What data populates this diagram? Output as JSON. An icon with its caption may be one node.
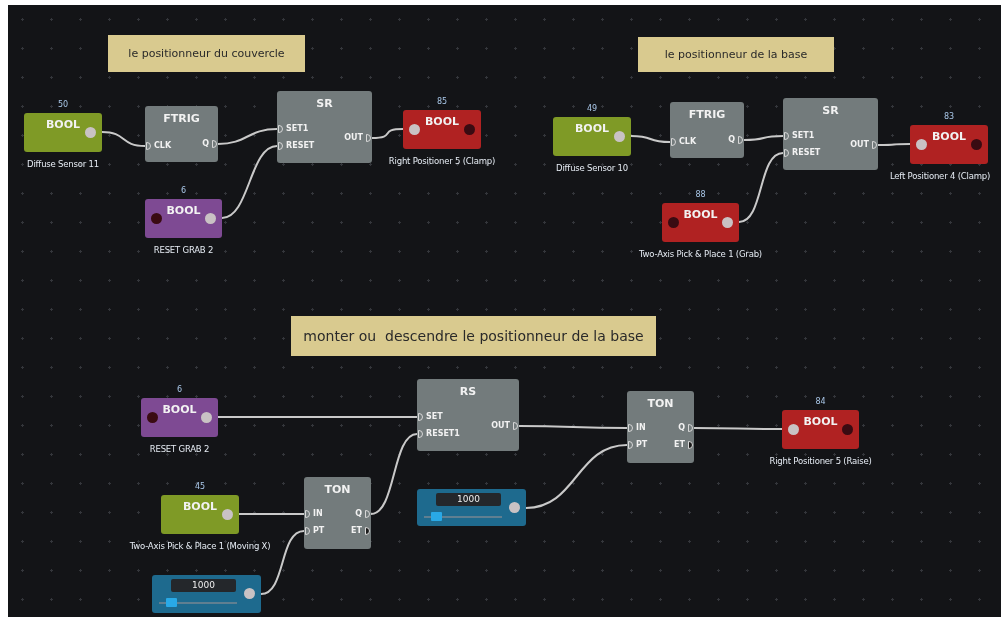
{
  "diagram": {
    "nodes": [
      {
        "text": [
          "le positionneur du couvercle"
        ]
      },
      {
        "text": [
          "BOOL"
        ],
        "beside": [
          "50",
          "Diffuse Sensor 11"
        ]
      },
      {
        "text": [
          "FTRIG",
          "CLK",
          "Q"
        ]
      },
      {
        "text": [
          "SR",
          "SET1",
          "RESET",
          "OUT"
        ]
      },
      {
        "text": [
          "BOOL"
        ],
        "beside": [
          "85",
          "Right Positioner 5 (Clamp)"
        ]
      },
      {
        "text": [
          "BOOL"
        ],
        "beside": [
          "6",
          "RESET GRAB 2"
        ]
      },
      {
        "text": [
          "le positionneur de la base"
        ]
      },
      {
        "text": [
          "BOOL"
        ],
        "beside": [
          "49",
          "Diffuse Sensor 10"
        ]
      },
      {
        "text": [
          "FTRIG",
          "CLK",
          "Q"
        ]
      },
      {
        "text": [
          "SR",
          "SET1",
          "RESET",
          "OUT"
        ]
      },
      {
        "text": [
          "BOOL"
        ],
        "beside": [
          "83",
          "Left Positioner 4 (Clamp)"
        ]
      },
      {
        "text": [
          "BOOL"
        ],
        "beside": [
          "88",
          "Two-Axis Pick & Place 1 (Grab)"
        ]
      },
      {
        "text": [
          "monter ou  descendre le positionneur de la base"
        ]
      },
      {
        "text": [
          "BOOL"
        ],
        "beside": [
          "6",
          "RESET GRAB 2"
        ]
      },
      {
        "text": [
          "RS",
          "SET",
          "RESET1",
          "OUT"
        ]
      },
      {
        "text": [
          "TON",
          "IN",
          "Q",
          "PT",
          "ET"
        ]
      },
      {
        "text": [
          "BOOL"
        ],
        "beside": [
          "84",
          "Right Positioner 5 (Raise)"
        ]
      },
      {
        "text": [
          "BOOL"
        ],
        "beside": [
          "45",
          "Two-Axis Pick & Place 1 (Moving X)"
        ]
      },
      {
        "text": [
          "TON",
          "IN",
          "Q",
          "PT",
          "ET"
        ]
      },
      {
        "text": [
          "1000"
        ]
      },
      {
        "text": [
          "1000"
        ]
      }
    ],
    "edges": [
      {
        "from": 1,
        "to": 2,
        "arrow": "none"
      },
      {
        "from": 2,
        "to": 3,
        "arrow": "none"
      },
      {
        "from": 5,
        "to": 3,
        "arrow": "none"
      },
      {
        "from": 3,
        "to": 4,
        "arrow": "none"
      },
      {
        "from": 7,
        "to": 8,
        "arrow": "none"
      },
      {
        "from": 8,
        "to": 9,
        "arrow": "none"
      },
      {
        "from": 11,
        "to": 9,
        "arrow": "none"
      },
      {
        "from": 9,
        "to": 10,
        "arrow": "none"
      },
      {
        "from": 13,
        "to": 14,
        "arrow": "none"
      },
      {
        "from": 18,
        "to": 14,
        "arrow": "none"
      },
      {
        "from": 14,
        "to": 15,
        "arrow": "none"
      },
      {
        "from": 19,
        "to": 15,
        "arrow": "none"
      },
      {
        "from": 15,
        "to": 16,
        "arrow": "none"
      },
      {
        "from": 17,
        "to": 18,
        "arrow": "none"
      },
      {
        "from": 20,
        "to": 18,
        "arrow": "none"
      }
    ]
  }
}
